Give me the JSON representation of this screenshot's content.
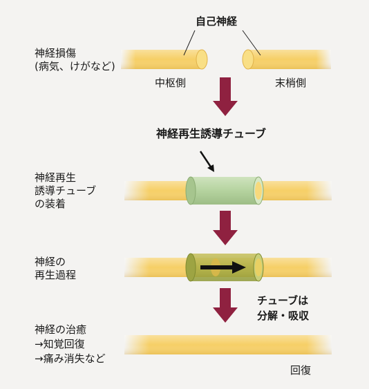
{
  "labels": {
    "own_nerve": "自己神経",
    "central_side": "中枢側",
    "peripheral_side": "末梢側",
    "tube_title": "神経再生誘導チューブ",
    "tube_absorbed_1": "チューブは",
    "tube_absorbed_2": "分解・吸収",
    "recovery": "回復"
  },
  "stages": [
    {
      "lines": [
        "神経損傷",
        "(病気、けがなど)"
      ]
    },
    {
      "lines": [
        "神経再生",
        "誘導チューブ",
        "の装着"
      ]
    },
    {
      "lines": [
        "神経の",
        "再生過程"
      ]
    },
    {
      "lines": [
        "神経の治癒",
        "→知覚回復",
        "→痛み消失など"
      ]
    }
  ],
  "colors": {
    "nerve": "#f6cf66",
    "nerve_end": "#f7d97c",
    "tube_green": "#b8d5a2",
    "arrow_red": "#8f2140",
    "background": "#f4f3f1"
  }
}
